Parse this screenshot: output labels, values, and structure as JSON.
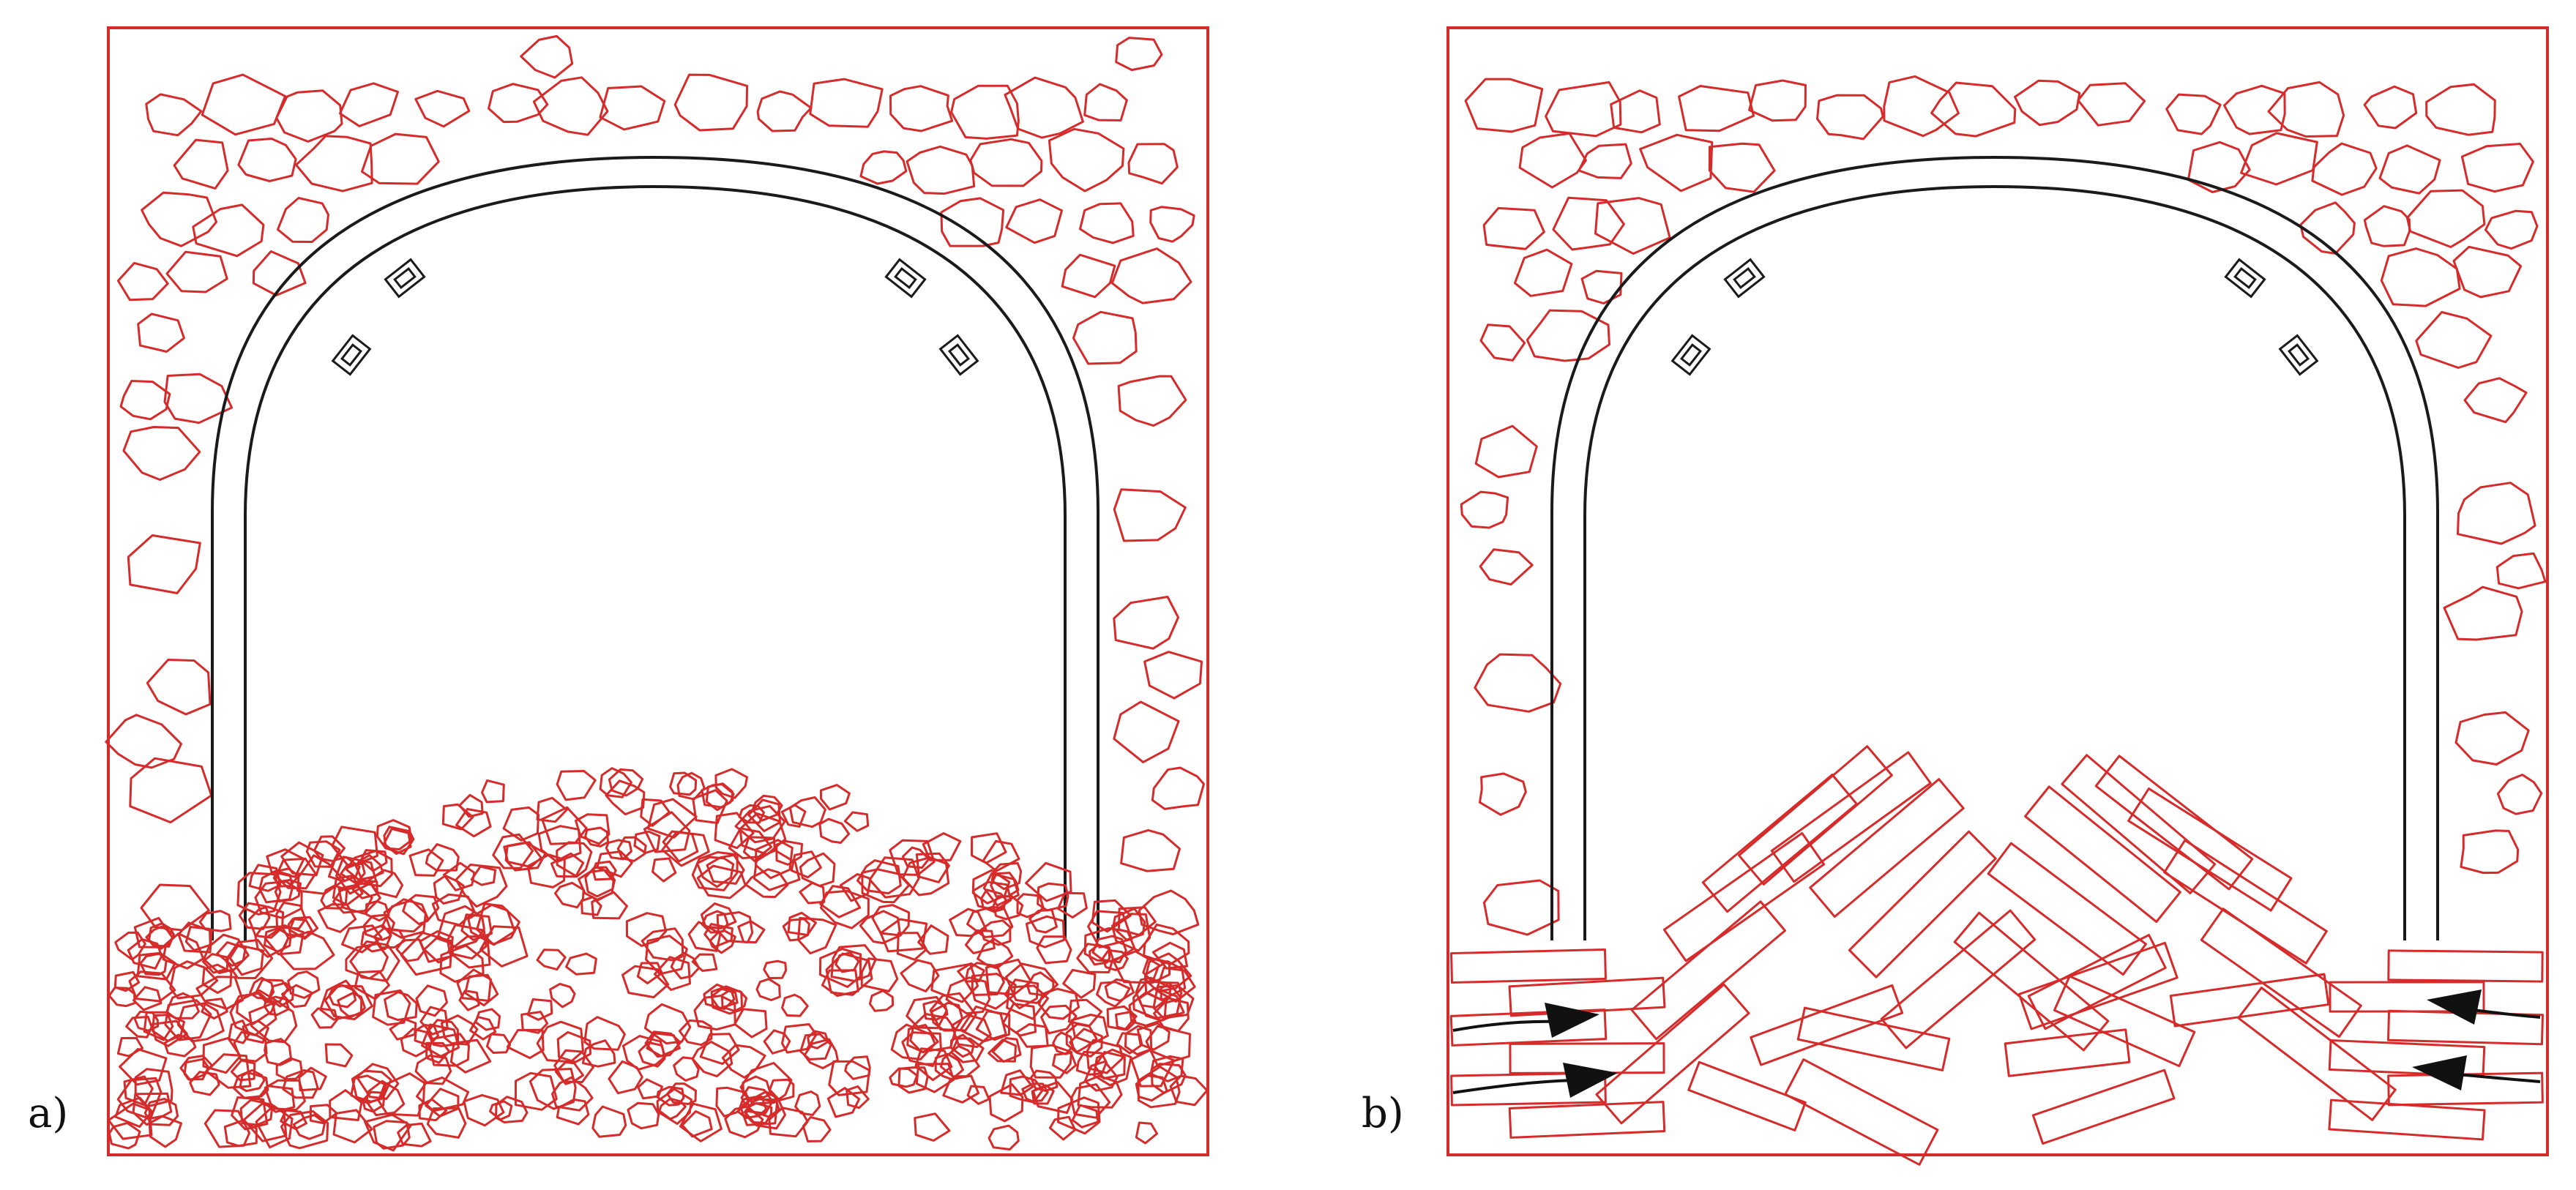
{
  "panels": [
    {
      "label": "a)",
      "debris": "fine-fragmented-rock",
      "arrows": false
    },
    {
      "label": "b)",
      "debris": "large-slab-blocks",
      "arrows": true
    }
  ],
  "colors": {
    "rock": "#d62b2b",
    "support": "#1a1a1a",
    "arrow": "#111111",
    "background": "#ffffff"
  },
  "icons": {
    "clamp": "sliding-joint-clamp-icon",
    "arrow": "horizontal-stress-arrow-icon"
  }
}
